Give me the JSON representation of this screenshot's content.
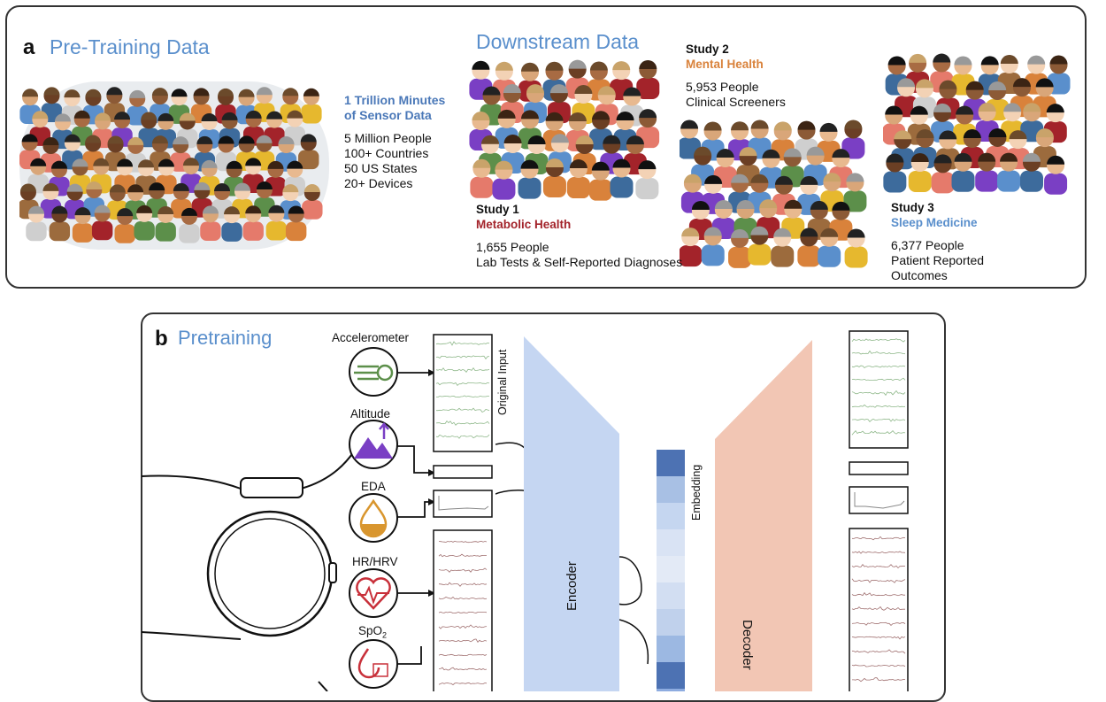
{
  "panel_a": {
    "letter": "a",
    "pretraining_title": "Pre-Training Data",
    "stats_bold": [
      "1 Trillion Minutes",
      "of Sensor Data"
    ],
    "stats": [
      "5 Million People",
      "100+ Countries",
      "50 US States",
      "20+ Devices"
    ],
    "downstream_title": "Downstream Data",
    "studies": [
      {
        "name": "Study 1",
        "topic": "Metabolic Health",
        "topic_color": "#a3232a",
        "details": [
          "1,655 People",
          "Lab Tests & Self-Reported Diagnoses"
        ]
      },
      {
        "name": "Study 2",
        "topic": "Mental Health",
        "topic_color": "#d9823b",
        "details": [
          "5,953 People",
          "Clinical Screeners"
        ]
      },
      {
        "name": "Study 3",
        "topic": "Sleep Medicine",
        "topic_color": "#5a8fcc",
        "details": [
          "6,377 People",
          "Patient Reported",
          "Outcomes"
        ]
      }
    ]
  },
  "panel_b": {
    "letter": "b",
    "title": "Pretraining",
    "sensors": [
      "Accelerometer",
      "Altitude",
      "EDA",
      "HR/HRV",
      "SpO"
    ],
    "spo2_subscript": "2",
    "original_input_label": "Original Input",
    "encoder_label": "Encoder",
    "embedding_label": "Embedding",
    "decoder_label": "Decoder"
  },
  "colors": {
    "accent_blue": "#5a8fcc",
    "encoder_fill": "#c5d6f2",
    "decoder_fill": "#f2c6b4",
    "accel_icon": "#5c8f4a",
    "altitude_icon": "#7a3fc4",
    "eda_icon": "#d9962e",
    "hr_icon": "#c8303a",
    "spo2_icon": "#c8303a"
  }
}
